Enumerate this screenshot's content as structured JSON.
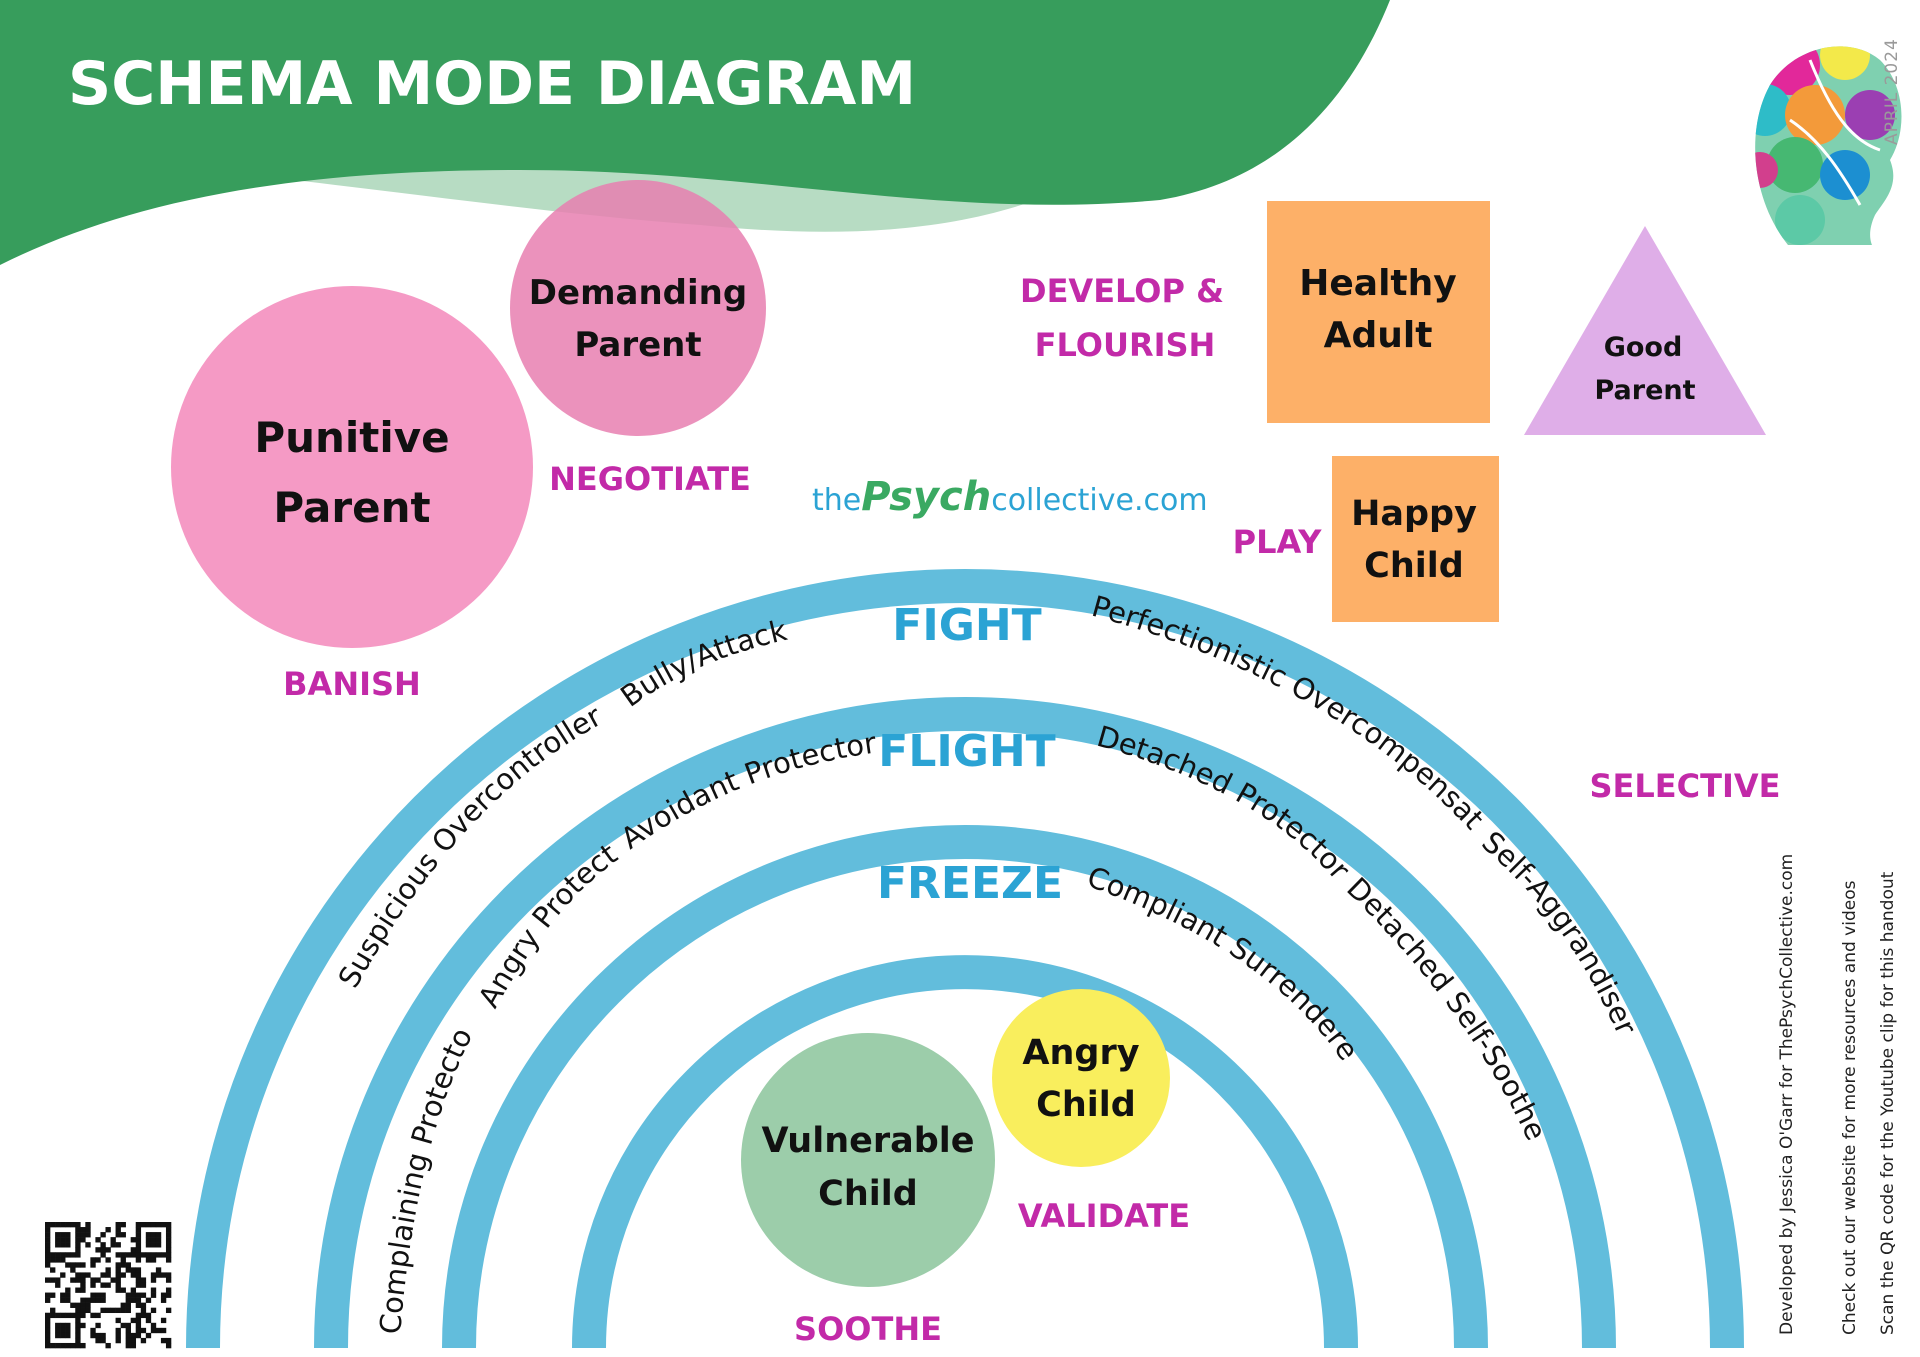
{
  "title": "SCHEMA MODE DIAGRAM",
  "date_stamp": "APRIL 2024",
  "brand": {
    "the": "the",
    "psych": "Psych",
    "collective": "collective.com"
  },
  "colors": {
    "header_green": "#379d5c",
    "header_light_green": "#b7dcc3",
    "accent_magenta": "#c22aa8",
    "arc_blue": "#62bddc",
    "tier_blue": "#2ba3d4",
    "parent_pink": "#f59ac5",
    "healthy_orange": "#fdb068",
    "good_parent_lilac": "#dfaee8",
    "vulnerable_green": "#9ccdaa",
    "angry_yellow": "#f9ee5d"
  },
  "modes": {
    "punitive_parent": [
      "Punitive",
      "Parent"
    ],
    "demanding_parent": [
      "Demanding",
      "Parent"
    ],
    "healthy_adult": [
      "Healthy",
      "Adult"
    ],
    "good_parent": [
      "Good",
      "Parent"
    ],
    "happy_child": [
      "Happy",
      "Child"
    ],
    "vulnerable_child": [
      "Vulnerable",
      "Child"
    ],
    "angry_child": [
      "Angry",
      "Child"
    ]
  },
  "actions": {
    "banish": "BANISH",
    "negotiate": "NEGOTIATE",
    "develop": [
      "DEVELOP &",
      "FLOURISH"
    ],
    "play": "PLAY",
    "selective": "SELECTIVE",
    "soothe": "SOOTHE",
    "validate": "VALIDATE"
  },
  "tiers": {
    "fight": "FIGHT",
    "flight": "FLIGHT",
    "freeze": "FREEZE"
  },
  "coping_modes": {
    "bully_attack": "Bully/Attack",
    "suspicious_overcontroller": "Suspicious Overcontroller",
    "perfectionistic_overcompensator": "Perfectionistic Overcompensator",
    "self_aggrandiser": "Self-Aggrandiser",
    "angry_protector": "Angry Protector",
    "avoidant_protector": "Avoidant Protector",
    "detached_protector": "Detached Protector",
    "detached_self_soother": "Detached Self-Soother",
    "complaining_protector": "Complaining  Protector",
    "compliant_surrenderer": "Compliant Surrenderer"
  },
  "credits": [
    "Developed by Jessica O'Garr for ThePsychCollective.com",
    "Check out our website for more resources and videos",
    "Scan the QR code for the Youtube clip for this handout"
  ],
  "icons": {
    "logo": "head-silhouette-logo-icon",
    "qr": "qr-code-icon"
  }
}
